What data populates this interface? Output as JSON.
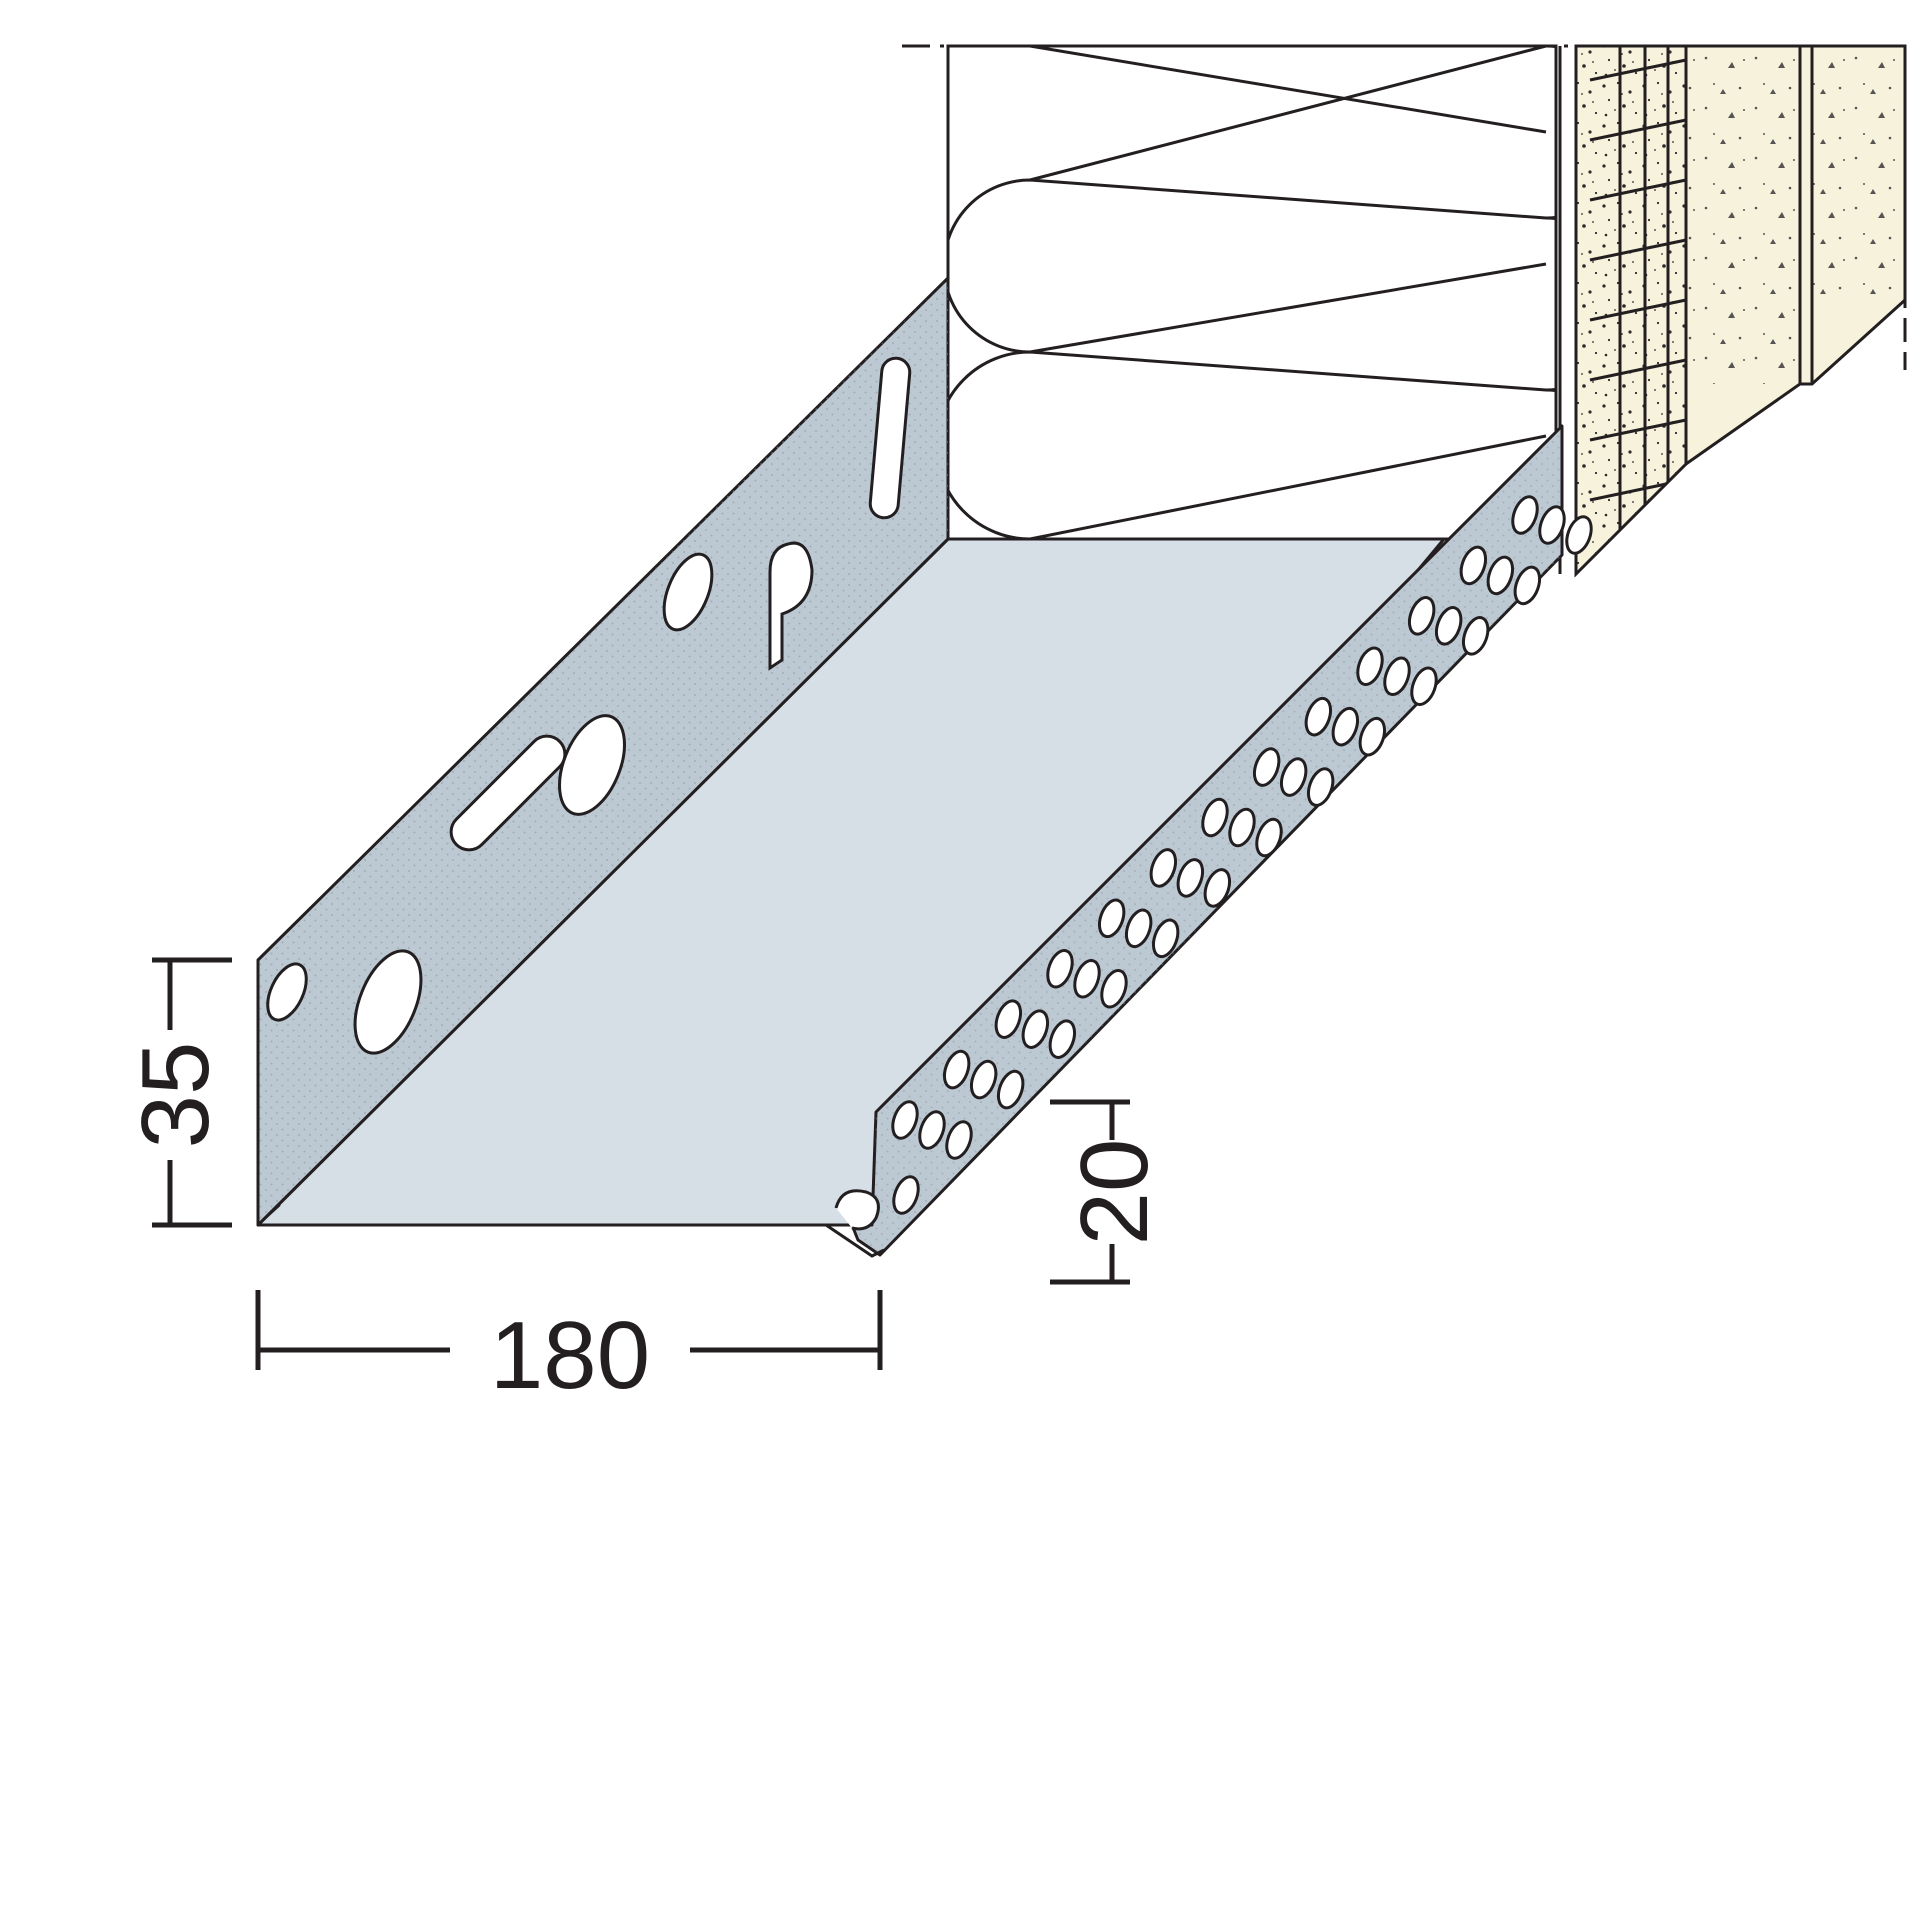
{
  "dimensions": {
    "height_back": "35",
    "width": "180",
    "height_front": "20"
  },
  "colors": {
    "metal": "#bcc9d3",
    "metal_base": "#d6dee6",
    "insulation": "#ffffff",
    "plaster": "#f7f2dc",
    "line": "#231f20"
  }
}
